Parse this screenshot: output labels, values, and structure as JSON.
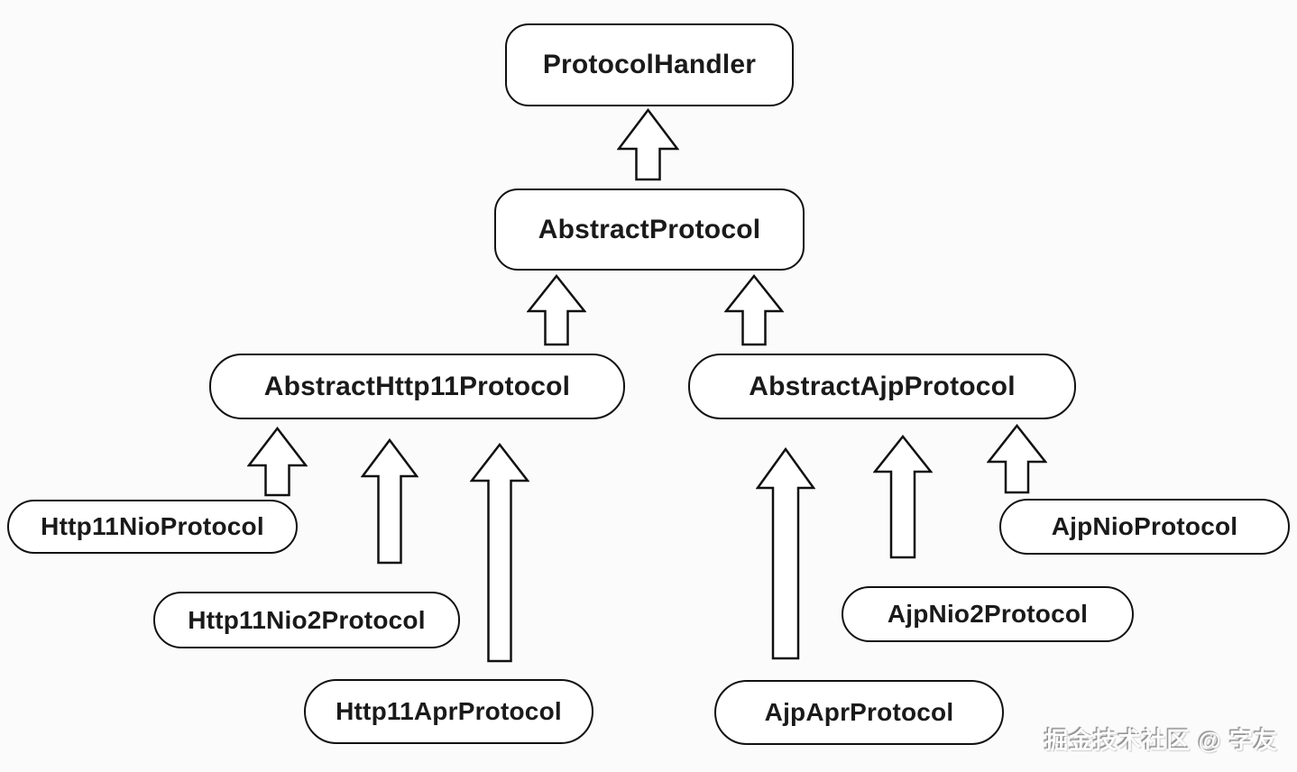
{
  "diagram": {
    "nodes": {
      "protocolHandler": {
        "label": "ProtocolHandler"
      },
      "abstractProtocol": {
        "label": "AbstractProtocol"
      },
      "abstractHttp11Protocol": {
        "label": "AbstractHttp11Protocol"
      },
      "abstractAjpProtocol": {
        "label": "AbstractAjpProtocol"
      },
      "http11NioProtocol": {
        "label": "Http11NioProtocol"
      },
      "http11Nio2Protocol": {
        "label": "Http11Nio2Protocol"
      },
      "http11AprProtocol": {
        "label": "Http11AprProtocol"
      },
      "ajpNioProtocol": {
        "label": "AjpNioProtocol"
      },
      "ajpNio2Protocol": {
        "label": "AjpNio2Protocol"
      },
      "ajpAprProtocol": {
        "label": "AjpAprProtocol"
      }
    },
    "edges": [
      {
        "from": "AbstractProtocol",
        "to": "ProtocolHandler",
        "type": "inheritance"
      },
      {
        "from": "AbstractHttp11Protocol",
        "to": "AbstractProtocol",
        "type": "inheritance"
      },
      {
        "from": "AbstractAjpProtocol",
        "to": "AbstractProtocol",
        "type": "inheritance"
      },
      {
        "from": "Http11NioProtocol",
        "to": "AbstractHttp11Protocol",
        "type": "inheritance"
      },
      {
        "from": "Http11Nio2Protocol",
        "to": "AbstractHttp11Protocol",
        "type": "inheritance"
      },
      {
        "from": "Http11AprProtocol",
        "to": "AbstractHttp11Protocol",
        "type": "inheritance"
      },
      {
        "from": "AjpNioProtocol",
        "to": "AbstractAjpProtocol",
        "type": "inheritance"
      },
      {
        "from": "AjpNio2Protocol",
        "to": "AbstractAjpProtocol",
        "type": "inheritance"
      },
      {
        "from": "AjpAprProtocol",
        "to": "AbstractAjpProtocol",
        "type": "inheritance"
      }
    ],
    "watermark": "掘金技术社区 @ 字友",
    "colors": {
      "background": "#fbfbfb",
      "node_fill": "#ffffff",
      "node_border": "#111111",
      "text": "#1a1a1a"
    }
  }
}
